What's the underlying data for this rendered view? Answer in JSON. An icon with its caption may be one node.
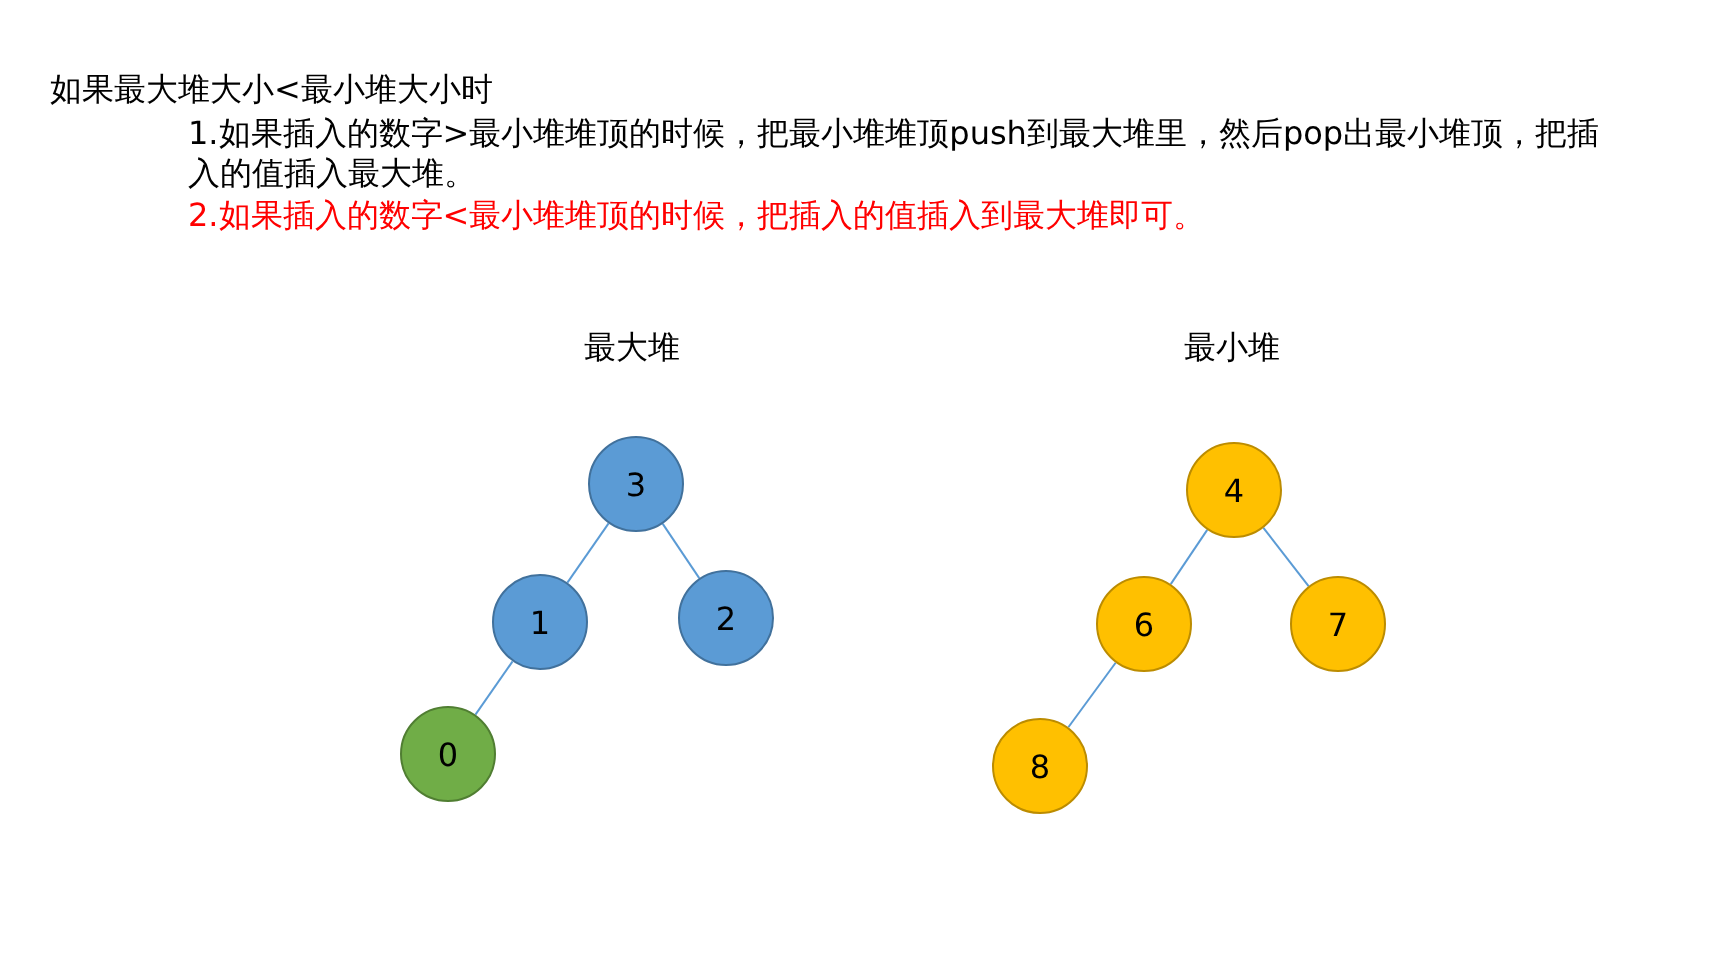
{
  "diagram": {
    "nodes": [
      {
        "text": [
          "3"
        ]
      },
      {
        "text": [
          "1"
        ]
      },
      {
        "text": [
          "2"
        ]
      },
      {
        "text": [
          "0"
        ]
      },
      {
        "text": [
          "4"
        ]
      },
      {
        "text": [
          "6"
        ]
      },
      {
        "text": [
          "7"
        ]
      },
      {
        "text": [
          "8"
        ]
      }
    ],
    "edges": [
      {
        "from": 0,
        "to": 1,
        "arrow": "none"
      },
      {
        "from": 0,
        "to": 2,
        "arrow": "none"
      },
      {
        "from": 1,
        "to": 3,
        "arrow": "none"
      },
      {
        "from": 4,
        "to": 5,
        "arrow": "none"
      },
      {
        "from": 4,
        "to": 6,
        "arrow": "none"
      },
      {
        "from": 5,
        "to": 7,
        "arrow": "none"
      }
    ],
    "labels": [
      "如果最大堆大小<最小堆大小时",
      "1.如果插入的数字>最小堆堆顶的时候，把最小堆堆顶push到最大堆里，然后pop出最小堆顶，把插入的值插入最大堆。",
      "2.如果插入的数字<最小堆堆顶的时候，把插入的值插入到最大堆即可。",
      "最大堆",
      "最小堆"
    ]
  }
}
